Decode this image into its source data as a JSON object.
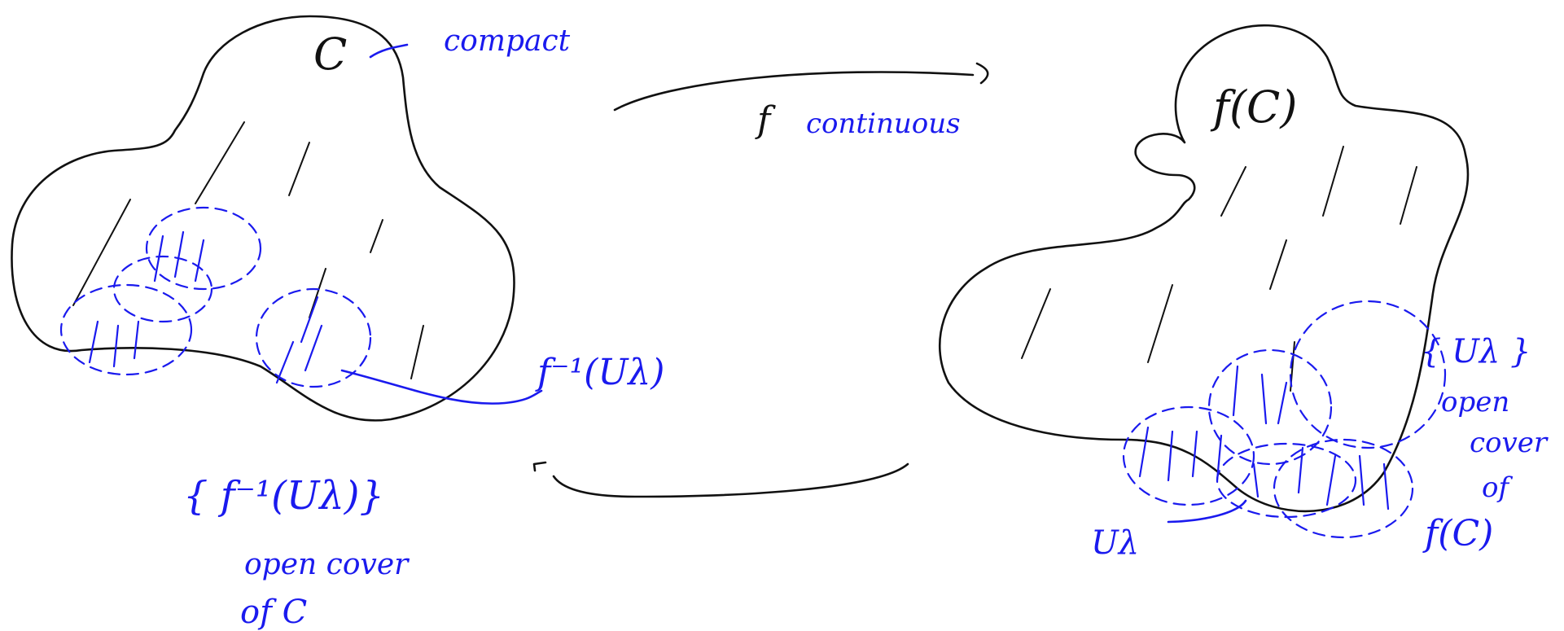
{
  "colors": {
    "ink_black": "#111111",
    "ink_blue": "#1a1aee",
    "paper": "#ffffff"
  },
  "left_set": {
    "symbol": "C",
    "annotation": "compact",
    "preimage_label": "f⁻¹(Uλ)",
    "cover_label_line1": "{ f⁻¹(Uλ)}",
    "cover_label_line2": "open cover",
    "cover_label_line3": "of C"
  },
  "map": {
    "symbol": "f",
    "annotation": "continuous"
  },
  "right_set": {
    "symbol": "f(C)",
    "set_label": "Uλ",
    "cover_label_line1": "{ Uλ }",
    "cover_label_line2": "open",
    "cover_label_line3": "cover",
    "cover_label_line4": "of",
    "cover_label_line5": "f(C)"
  }
}
